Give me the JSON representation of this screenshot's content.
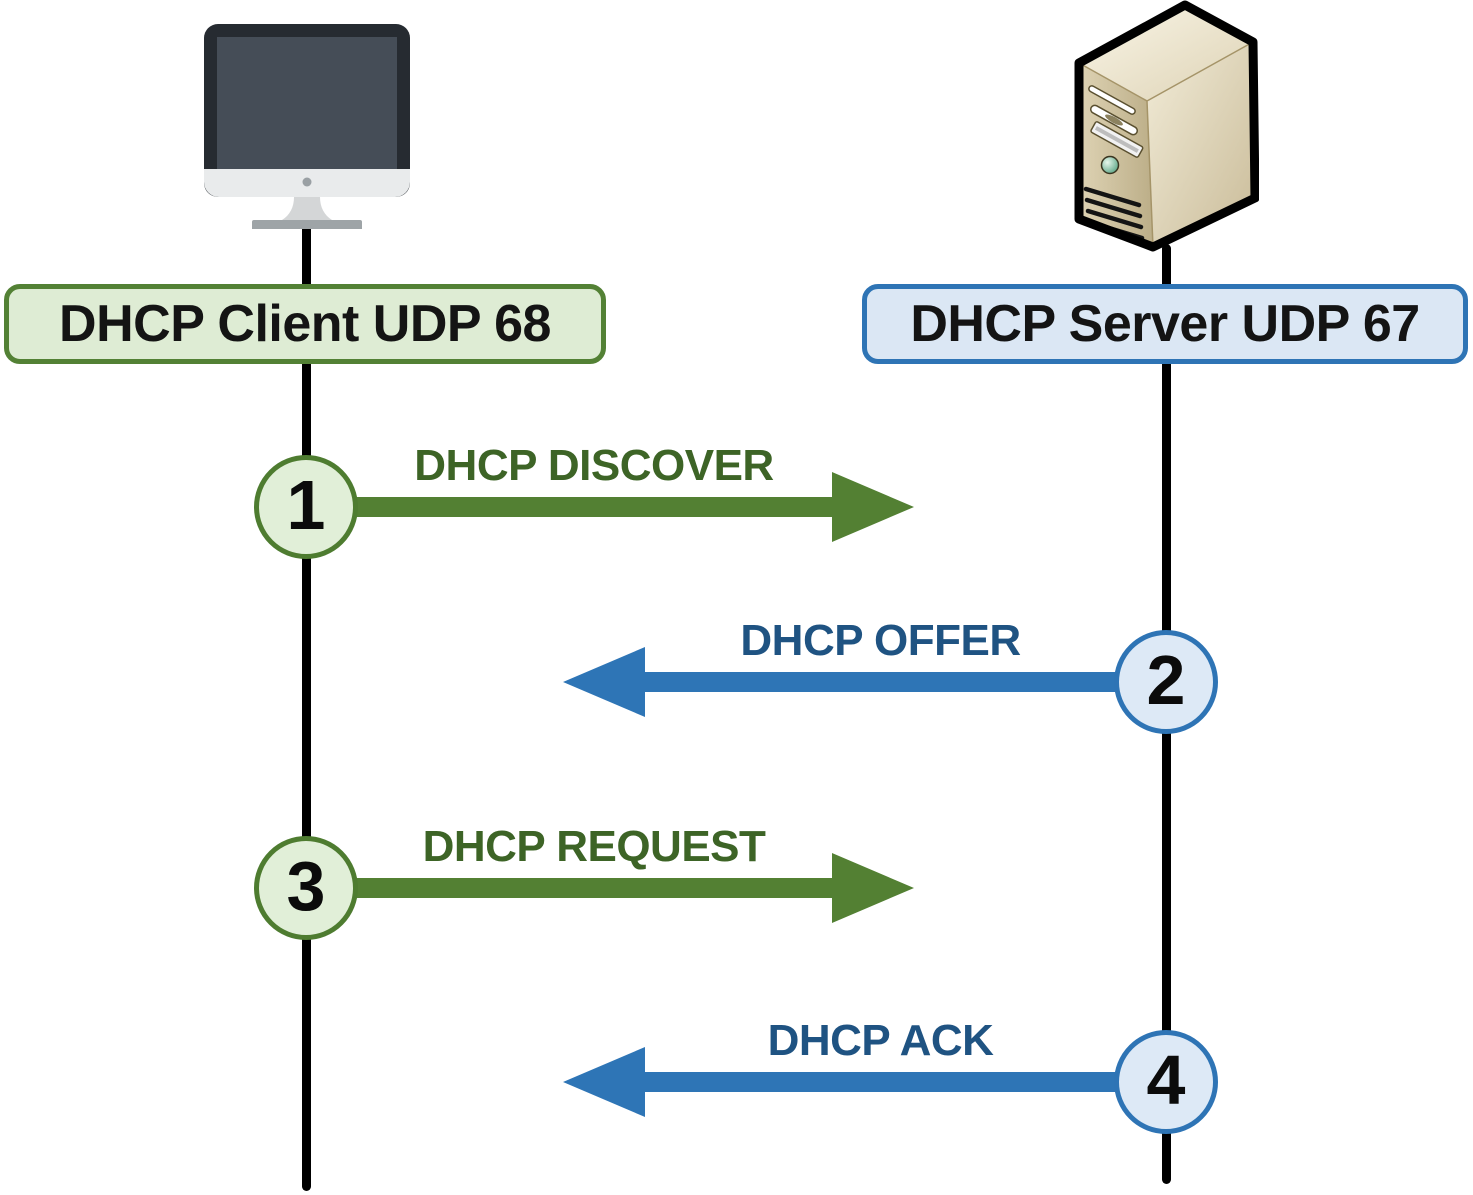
{
  "actors": {
    "client": {
      "label": "DHCP Client UDP 68",
      "icon": "desktop-computer-icon",
      "accent_color": "#538135",
      "fill_color": "#deecd4"
    },
    "server": {
      "label": "DHCP Server UDP 67",
      "icon": "server-tower-icon",
      "accent_color": "#2e74b5",
      "fill_color": "#dbe7f4"
    }
  },
  "steps": [
    {
      "number": "1",
      "label": "DHCP DISCOVER",
      "from": "client",
      "to": "server",
      "direction": "right",
      "arrow_color": "#538033",
      "label_color": "#3d6426"
    },
    {
      "number": "2",
      "label": "DHCP OFFER",
      "from": "server",
      "to": "client",
      "direction": "left",
      "arrow_color": "#2e75b6",
      "label_color": "#1f5382"
    },
    {
      "number": "3",
      "label": "DHCP REQUEST",
      "from": "client",
      "to": "server",
      "direction": "right",
      "arrow_color": "#538033",
      "label_color": "#3d6426"
    },
    {
      "number": "4",
      "label": "DHCP ACK",
      "from": "server",
      "to": "client",
      "direction": "left",
      "arrow_color": "#2e75b6",
      "label_color": "#1f5382"
    }
  ]
}
